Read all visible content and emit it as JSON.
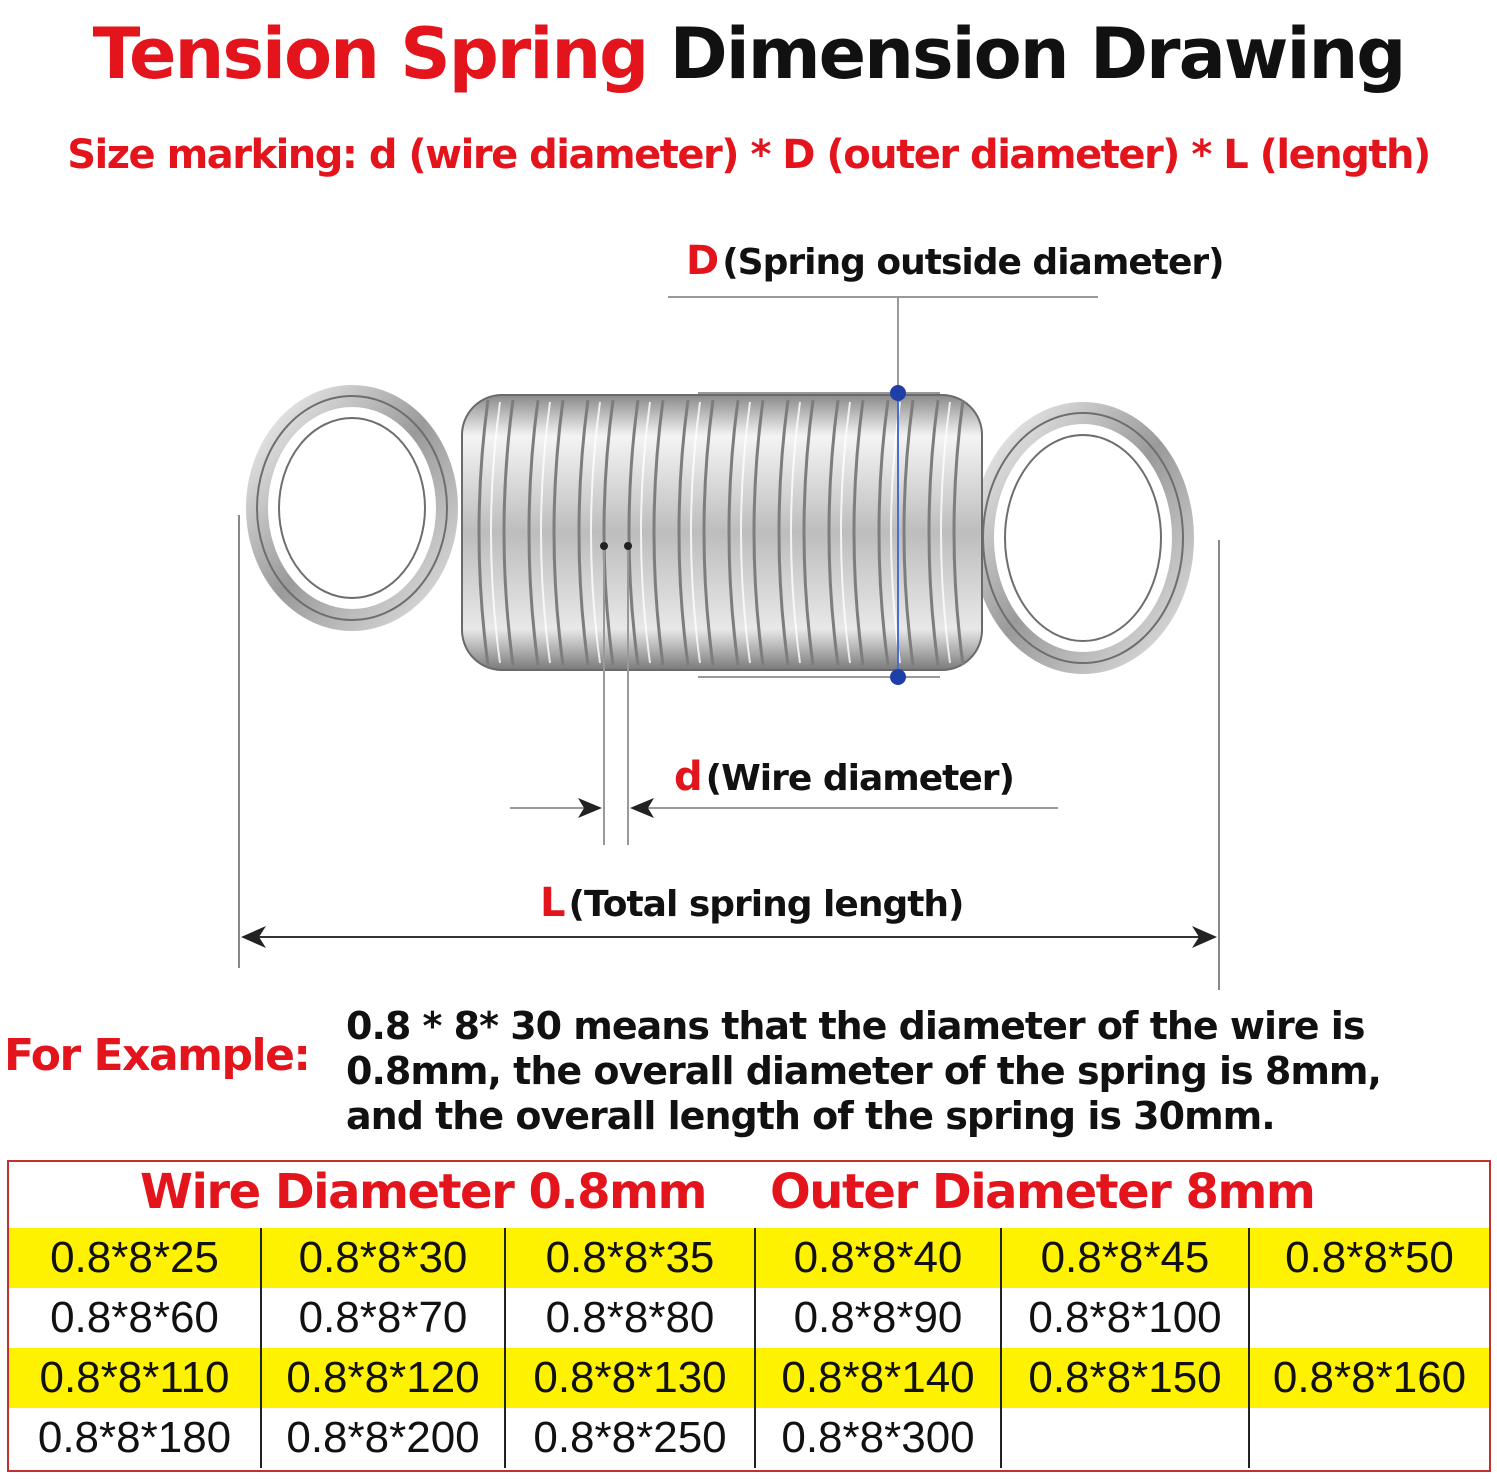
{
  "title": {
    "red": "Tension Spring",
    "black": "Dimension Drawing"
  },
  "subtitle": "Size marking: d (wire diameter) * D (outer diameter) * L (length)",
  "labels": {
    "outer": {
      "symbol": "D",
      "text": "(Spring outside diameter)"
    },
    "wire": {
      "symbol": "d",
      "text": "(Wire diameter)"
    },
    "length": {
      "symbol": "L",
      "text": "(Total spring length)"
    }
  },
  "example": {
    "heading": "For Example:",
    "lines": [
      "0.8 * 8* 30 means that the diameter of the wire is",
      "0.8mm, the overall diameter of the spring is 8mm,",
      "and the overall length of the spring is 30mm."
    ]
  },
  "spec": {
    "heading_left": "Wire Diameter 0.8mm",
    "heading_right": "Outer Diameter 8mm",
    "rows": [
      [
        "0.8*8*25",
        "0.8*8*30",
        "0.8*8*35",
        "0.8*8*40",
        "0.8*8*45",
        "0.8*8*50"
      ],
      [
        "0.8*8*60",
        "0.8*8*70",
        "0.8*8*80",
        "0.8*8*90",
        "0.8*8*100",
        ""
      ],
      [
        "0.8*8*110",
        "0.8*8*120",
        "0.8*8*130",
        "0.8*8*140",
        "0.8*8*150",
        "0.8*8*160"
      ],
      [
        "0.8*8*180",
        "0.8*8*200",
        "0.8*8*250",
        "0.8*8*300",
        "",
        ""
      ]
    ],
    "highlight_color": "#fff200"
  },
  "colors": {
    "accent": "#e3141b",
    "marker": "#1f3fa8"
  }
}
